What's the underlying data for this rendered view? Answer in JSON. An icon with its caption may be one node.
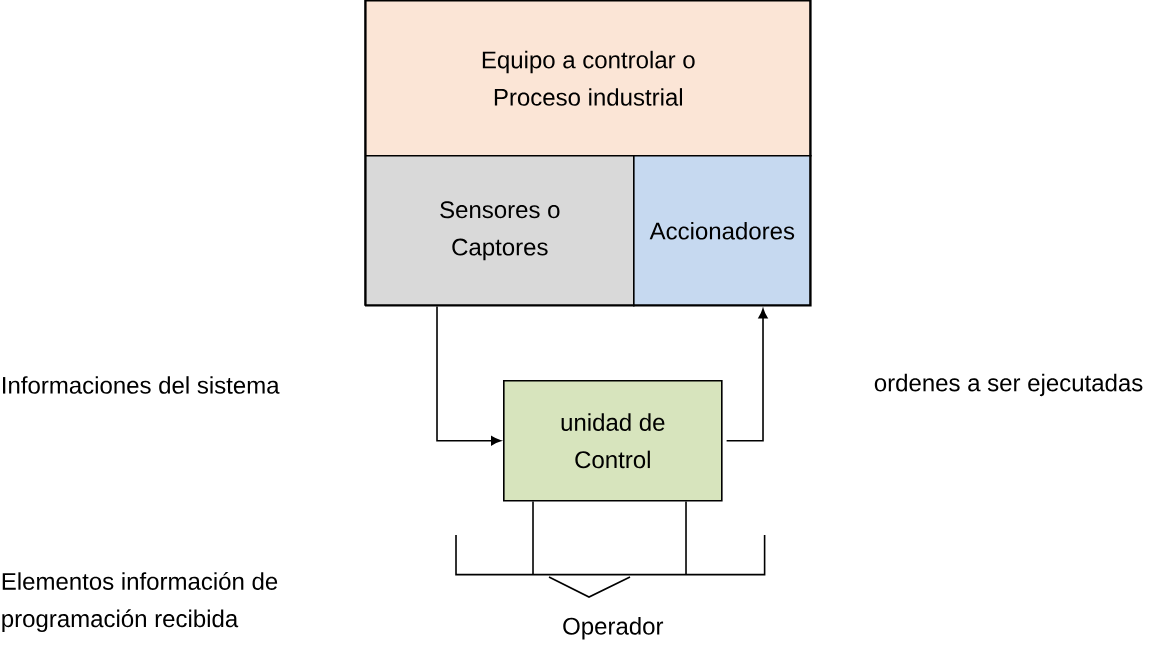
{
  "diagram": {
    "nodes": [
      {
        "text": [
          "Equipo a controlar o Proceso industrial"
        ]
      },
      {
        "text": [
          "Sensores o Captores"
        ]
      },
      {
        "text": [
          "Accionadores"
        ]
      },
      {
        "text": [
          "unidad de Control"
        ]
      },
      {
        "text": [],
        "shape": "bracket"
      },
      {
        "text": [
          "Operador"
        ]
      }
    ],
    "edges": [
      {
        "from": 1,
        "to": 3,
        "arrow": "to"
      },
      {
        "from": 3,
        "to": 2,
        "arrow": "to"
      },
      {
        "from": 3,
        "to": 4,
        "arrow": "none"
      },
      {
        "from": 3,
        "to": 4,
        "arrow": "none"
      }
    ],
    "labels": [
      "Informaciones del sistema",
      "ordenes  a ser ejecutadas",
      "Elementos información de programación recibida"
    ]
  }
}
